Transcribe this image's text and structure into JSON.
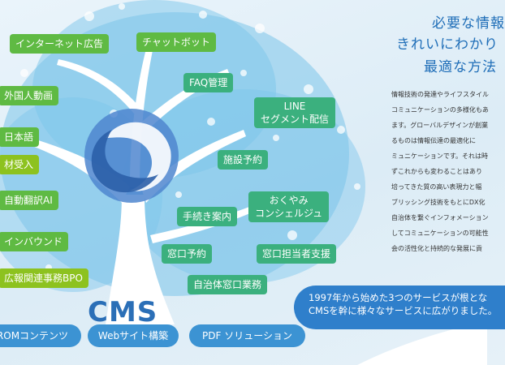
{
  "heading": {
    "line1": "必要な情報",
    "line2": "きれいにわかり",
    "line3": "最適な方法"
  },
  "body_lines": [
    "情報技術の発達やライフスタイル",
    "コミュニケーションの多様化もあ",
    "ます。グローバルデザインが創業",
    "るものは情報伝達の最適化に",
    "ミュニケーションです。それは時",
    "ずこれからも変わることはあり",
    "培ってきた質の高い表現力と幅",
    "ブリッシング技術をもとにDX化",
    "自治体を繋ぐインフォメーション",
    "してコミュニケーションの可能性",
    "会の活性化と持続的な発展に貢"
  ],
  "banner": {
    "line1": "1997年から始めた3つのサービスが根とな",
    "line2": "CMSを幹に様々なサービスに広がりました。"
  },
  "cms_label": "CMS",
  "roots": {
    "rom": "ROMコンテンツ",
    "web": "Webサイト構築",
    "pdf": "PDF ソリューション"
  },
  "tags": {
    "internet_ads": "インターネット広告",
    "chatbot": "チャットボット",
    "faq": "FAQ管理",
    "foreign_video": "外国人動画",
    "line_l1": "LINE",
    "line_l2": "セグメント配信",
    "japanese": "日本語",
    "facility": "施設予約",
    "talent": "材受入",
    "auto_translate": "自動翻訳AI",
    "okuyami_l1": "おくやみ",
    "okuyami_l2": "コンシェルジュ",
    "procedure": "手続き案内",
    "inbound": "インバウンド",
    "window_reserve": "窓口予約",
    "window_staff": "窓口担当者支援",
    "bpo": "広報関連事務BPO",
    "municipal": "自治体窓口業務"
  },
  "colors": {
    "green": "#5fba43",
    "teal": "#3bb07e",
    "lime": "#8dc21f",
    "blue": "#2b6fb7"
  }
}
